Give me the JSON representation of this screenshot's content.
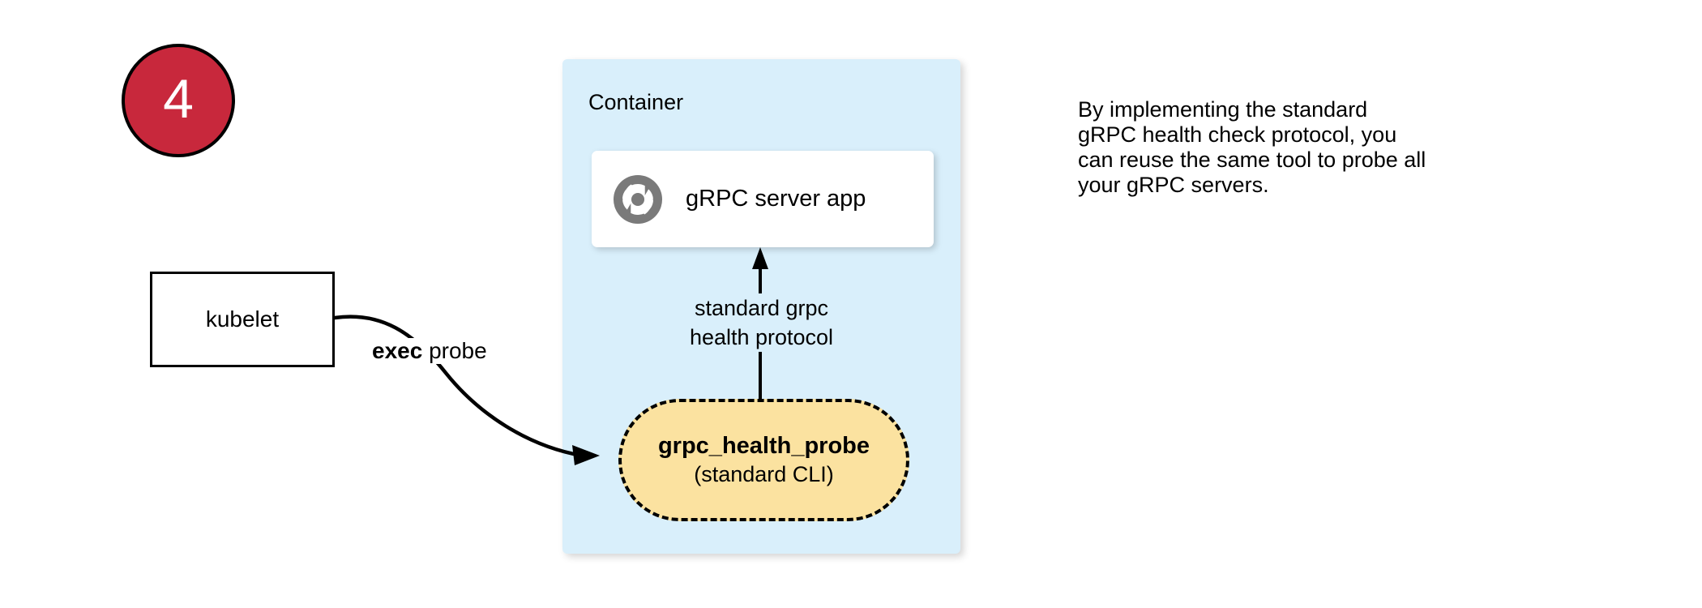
{
  "step": {
    "number": "4"
  },
  "container": {
    "label": "Container",
    "fill_color": "#D9EFFB"
  },
  "server_card": {
    "label": "gRPC server app",
    "icon": "grpc-aperture-icon",
    "icon_color": "#7A7A7A"
  },
  "protocol_arrow": {
    "line_1": "standard grpc",
    "line_2": "health protocol",
    "direction": "up"
  },
  "probe_pill": {
    "title": "grpc_health_probe",
    "subtitle": "(standard CLI)",
    "fill_color": "#FBE2A0",
    "border_style": "dashed"
  },
  "kubelet": {
    "label": "kubelet"
  },
  "exec_edge": {
    "label_bold": "exec",
    "label_rest": " probe"
  },
  "caption": {
    "lines": [
      "By implementing the standard",
      "gRPC health check protocol, you",
      "can reuse the same tool to probe all",
      "your gRPC servers."
    ]
  },
  "colors": {
    "badge_fill": "#C8283C",
    "badge_text": "#ffffff",
    "stroke": "#000000",
    "canvas": "#ffffff"
  }
}
